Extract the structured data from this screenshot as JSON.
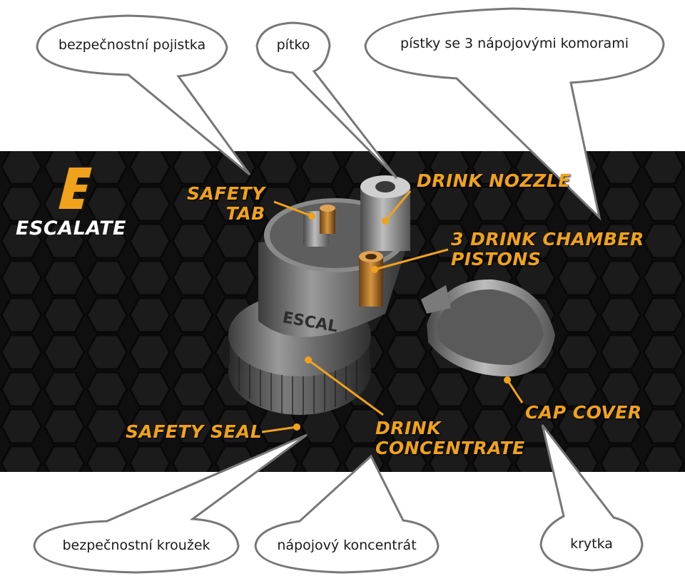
{
  "brand": {
    "name": "ESCALATE",
    "accent_color": "#f0a21c"
  },
  "english_labels": {
    "safety_tab": [
      "SAFETY",
      "TAB"
    ],
    "drink_nozzle": "DRINK NOZZLE",
    "pistons": [
      "3 DRINK CHAMBER",
      "PISTONS"
    ],
    "cap_cover": "CAP COVER",
    "safety_seal": "SAFETY SEAL",
    "drink_concentrate": [
      "DRINK",
      "CONCENTRATE"
    ]
  },
  "czech_labels": {
    "safety_tab": "bezpečnostní pojistka",
    "drink_nozzle": "pítko",
    "pistons": "pístky se 3 nápojovými komorami",
    "safety_seal": "bezpečnostní kroužek",
    "drink_concentrate": "nápojový koncentrát",
    "cap_cover": "krytka"
  }
}
